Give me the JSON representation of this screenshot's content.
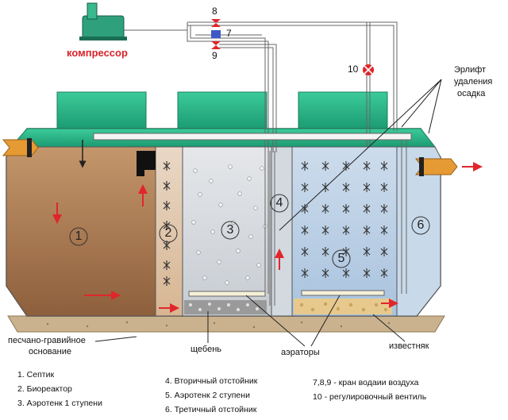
{
  "diagram": {
    "compressor_label": "компрессор",
    "valve_numbers": {
      "v8": "8",
      "v7": "7",
      "v9": "9",
      "v10": "10"
    },
    "erlift_label": [
      "Эрлифт",
      "удаления",
      "осадка"
    ],
    "chamber_numbers": [
      "1",
      "2",
      "3",
      "4",
      "5",
      "6"
    ],
    "base_label": [
      "песчано-гравийное",
      "основание"
    ],
    "gravel_label": "щебень",
    "aerators_label": "аэраторы",
    "limestone_label": "известняк"
  },
  "legend": {
    "col1": [
      "1. Септик",
      "2. Биореактор",
      "3. Аэротенк 1 ступени"
    ],
    "col2": [
      "4. Вторичный отстойник",
      "5. Аэротенк 2 ступени",
      "6. Третичный отстойник"
    ],
    "col3": [
      "7,8,9 - кран водаии воздуха",
      "10 - регулировочный вентиль"
    ]
  },
  "colors": {
    "lid": "#2bb68a",
    "septic": "#b07f55",
    "chamber3": "#d6dbe0",
    "chamber5": "#b7cde3",
    "ground": "#c9b28d",
    "arrow": "#e0262b",
    "pipe": "#f2f2f2",
    "inlet": "#e59a33"
  }
}
